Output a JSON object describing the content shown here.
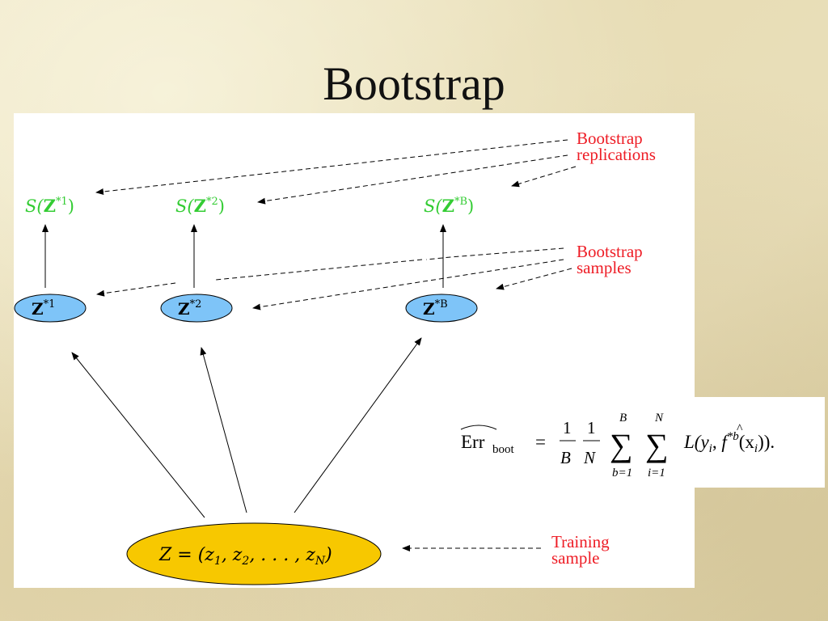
{
  "slide": {
    "title": "Bootstrap"
  },
  "labels": {
    "replications": [
      "Bootstrap",
      "replications"
    ],
    "samples": [
      "Bootstrap",
      "samples"
    ],
    "training": [
      "Training",
      "sample"
    ]
  },
  "statistics": [
    {
      "prefix": "S(",
      "bold": "Z",
      "sup": "*1",
      "suffix": ")"
    },
    {
      "prefix": "S(",
      "bold": "Z",
      "sup": "*2",
      "suffix": ")"
    },
    {
      "prefix": "S(",
      "bold": "Z",
      "sup": "*B",
      "suffix": ")"
    }
  ],
  "samples": [
    {
      "bold": "Z",
      "sup": "*1"
    },
    {
      "bold": "Z",
      "sup": "*2"
    },
    {
      "bold": "Z",
      "sup": "*B"
    }
  ],
  "training_node": {
    "lhs": "Z = (z",
    "sub1": "1",
    "mid1": ", z",
    "sub2": "2",
    "mid2": ", . . . , z",
    "subN": "N",
    "rhs": ")"
  },
  "formula": {
    "err": "Err",
    "err_sub": "boot",
    "equals": "=",
    "frac1_num": "1",
    "frac1_den": "B",
    "frac2_num": "1",
    "frac2_den": "N",
    "sum_symbol": "∑",
    "sum1_upper": "B",
    "sum1_lower": "b=1",
    "sum2_upper": "N",
    "sum2_lower": "i=1",
    "body1": "L(y",
    "body_sub_i": "i",
    "body2": ", ",
    "fhat": "f",
    "fhat_sup": "*b",
    "body3": "(x",
    "body_sub_i2": "i",
    "body4": ")).",
    "hat": "^",
    "widehat": "⌒"
  },
  "colors": {
    "stat_green": "#33cc33",
    "label_red": "#ee1c25",
    "sample_blue": "#7ec4f8",
    "training_yellow": "#f7c800"
  }
}
